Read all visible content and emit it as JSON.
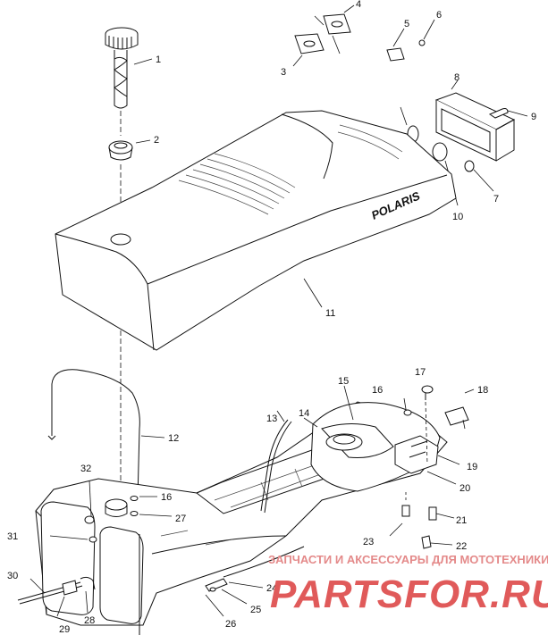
{
  "brand_text": "POLARIS",
  "watermark": {
    "line1": "ЗАПЧАСТИ И АКСЕССУАРЫ ДЛЯ МОТОТЕХНИКИ",
    "line2": "PARTSFOR.RU"
  },
  "callouts": {
    "c1": "1",
    "c2": "2",
    "c3": "3",
    "c4": "4",
    "c5": "5",
    "c6": "6",
    "c7": "7",
    "c8": "8",
    "c9": "9",
    "c10": "10",
    "c11": "11",
    "c12": "12",
    "c13": "13",
    "c14": "14",
    "c15": "15",
    "c16a": "16",
    "c16b": "16",
    "c17": "17",
    "c18": "18",
    "c19": "19",
    "c20": "20",
    "c21": "21",
    "c22": "22",
    "c23": "23",
    "c24": "24",
    "c25": "25",
    "c26": "26",
    "c27": "27",
    "c28": "28",
    "c29": "29",
    "c30": "30",
    "c31": "31",
    "c32": "32"
  }
}
